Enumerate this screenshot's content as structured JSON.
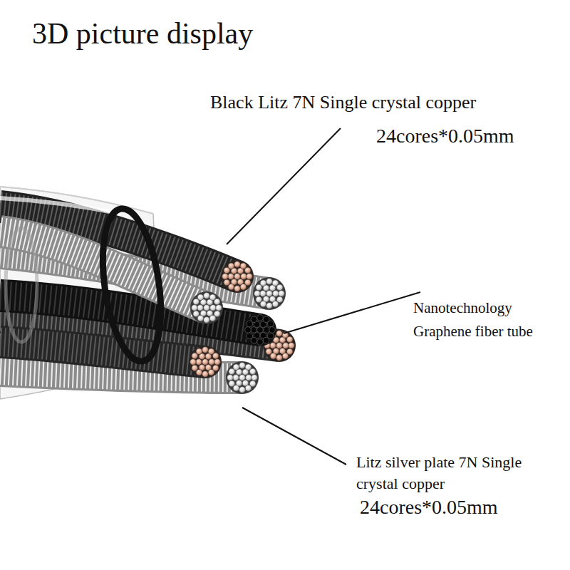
{
  "diagram": {
    "title": "3D picture display",
    "labels": [
      "Black Litz 7N Single crystal copper",
      "24cores*0.05mm",
      "Nanotechnology Graphene fiber tube",
      "Litz silver plate 7N Single crystal copper",
      "24cores*0.05mm"
    ]
  }
}
